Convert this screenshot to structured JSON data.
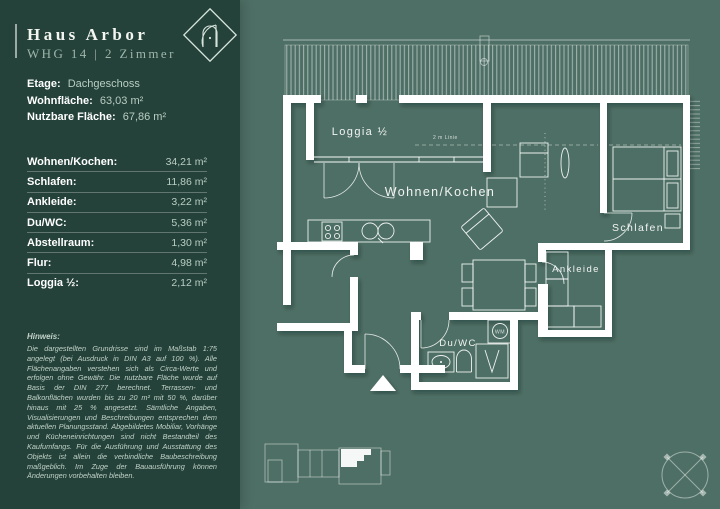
{
  "header": {
    "title": "Haus Arbor",
    "subtitle": "WHG 14 | 2 Zimmer"
  },
  "info": [
    {
      "label": "Etage:",
      "value": "Dachgeschoss"
    },
    {
      "label": "Wohnfläche:",
      "value": "63,03 m²"
    },
    {
      "label": "Nutzbare Fläche:",
      "value": "67,86 m²"
    }
  ],
  "areas": [
    {
      "label": "Wohnen/Kochen:",
      "value": "34,21 m²"
    },
    {
      "label": "Schlafen:",
      "value": "11,86 m²"
    },
    {
      "label": "Ankleide:",
      "value": "3,22 m²"
    },
    {
      "label": "Du/WC:",
      "value": "5,36 m²"
    },
    {
      "label": "Abstellraum:",
      "value": "1,30 m²"
    },
    {
      "label": "Flur:",
      "value": "4,98 m²"
    },
    {
      "label": "Loggia ½:",
      "value": "2,12 m²"
    }
  ],
  "note": {
    "heading": "Hinweis:",
    "body": "Die dargestellten Grundrisse sind im Maßstab 1:75 angelegt (bei Ausdruck in DIN A3 auf 100 %). Alle Flächenangaben verstehen sich als Circa-Werte und erfolgen ohne Gewähr. Die nutzbare Fläche wurde auf Basis der DIN 277 berechnet. Terrassen- und Balkonflächen wurden bis zu 20 m² mit 50 %, darüber hinaus mit 25 % angesetzt. Sämtliche Angaben, Visualisierungen und Beschreibungen entsprechen dem aktuellen Planungsstand. Abgebildetes Mobiliar, Vorhänge und Kücheneinrichtungen sind nicht Bestandteil des Kaufumfangs. Für die Ausführung und Ausstattung des Objekts ist allein die verbindliche Baubeschreibung maßgeblich. Im Zuge der Bauausführung können Änderungen vorbehalten bleiben."
  },
  "plan": {
    "labels": {
      "loggia": "Loggia ½",
      "living": "Wohnen/Kochen",
      "sleeping": "Schlafen",
      "dressing": "Ankleide",
      "bath": "Du/WC",
      "wm": "WM",
      "dim_line": "2 m Linie"
    }
  },
  "colors": {
    "sidebar_bg": "#24423a",
    "plan_bg": "#4e6f65",
    "line": "#ffffff",
    "muted_text": "#b9cdc3"
  }
}
